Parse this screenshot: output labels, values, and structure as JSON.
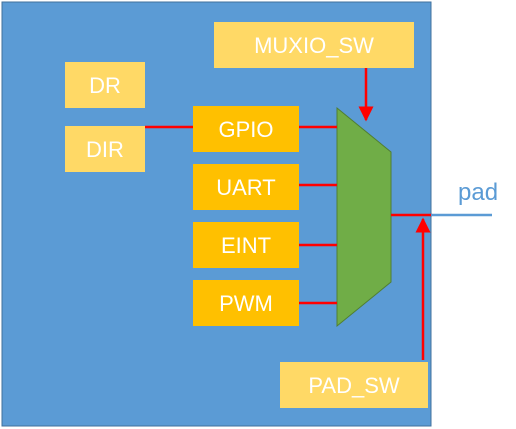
{
  "diagram": {
    "pale_boxes": {
      "dr": "DR",
      "dir": "DIR",
      "muxio_sw": "MUXIO_SW",
      "pad_sw": "PAD_SW"
    },
    "mux_inputs": [
      "GPIO",
      "UART",
      "EINT",
      "PWM"
    ],
    "output_label": "pad"
  },
  "colors": {
    "background_panel": "#5b9bd5",
    "panel_border": "#41719c",
    "pale_box": "#ffd966",
    "mux_input_box": "#ffc000",
    "mux": "#70ad47",
    "signal_arrow": "#ff0000",
    "pad_line": "#5b9bd5",
    "pad_text": "#5b9bd5"
  }
}
